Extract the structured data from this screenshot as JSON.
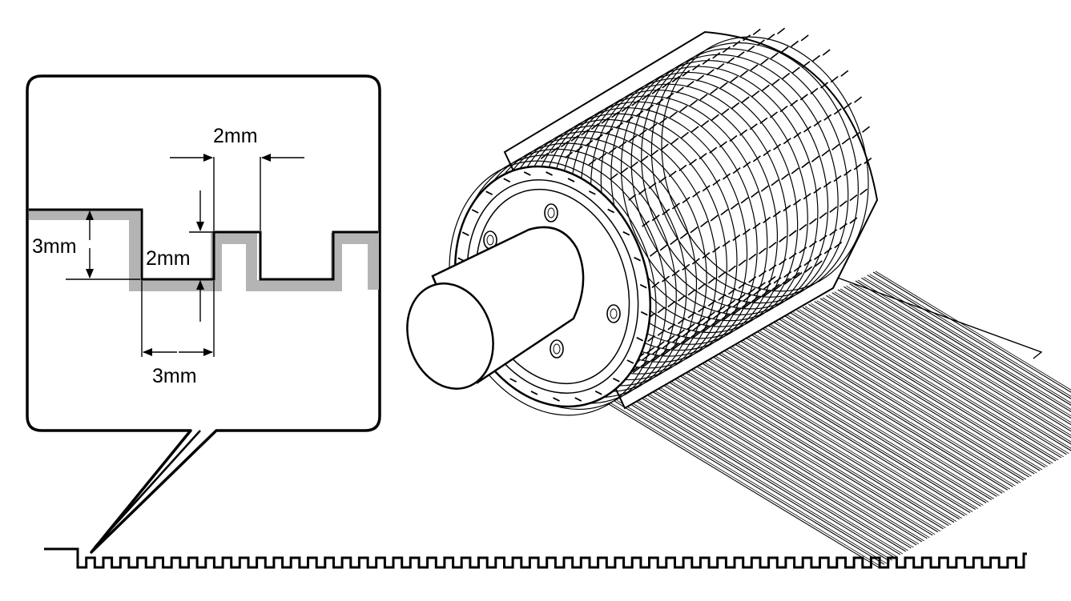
{
  "callout": {
    "dimensions": {
      "top_width": "2mm",
      "left_height": "3mm",
      "inner_height": "2mm",
      "bottom_width": "3mm"
    }
  },
  "colors": {
    "line": "#000000",
    "profile_shadow": "#b4b4b4",
    "background": "#ffffff"
  }
}
